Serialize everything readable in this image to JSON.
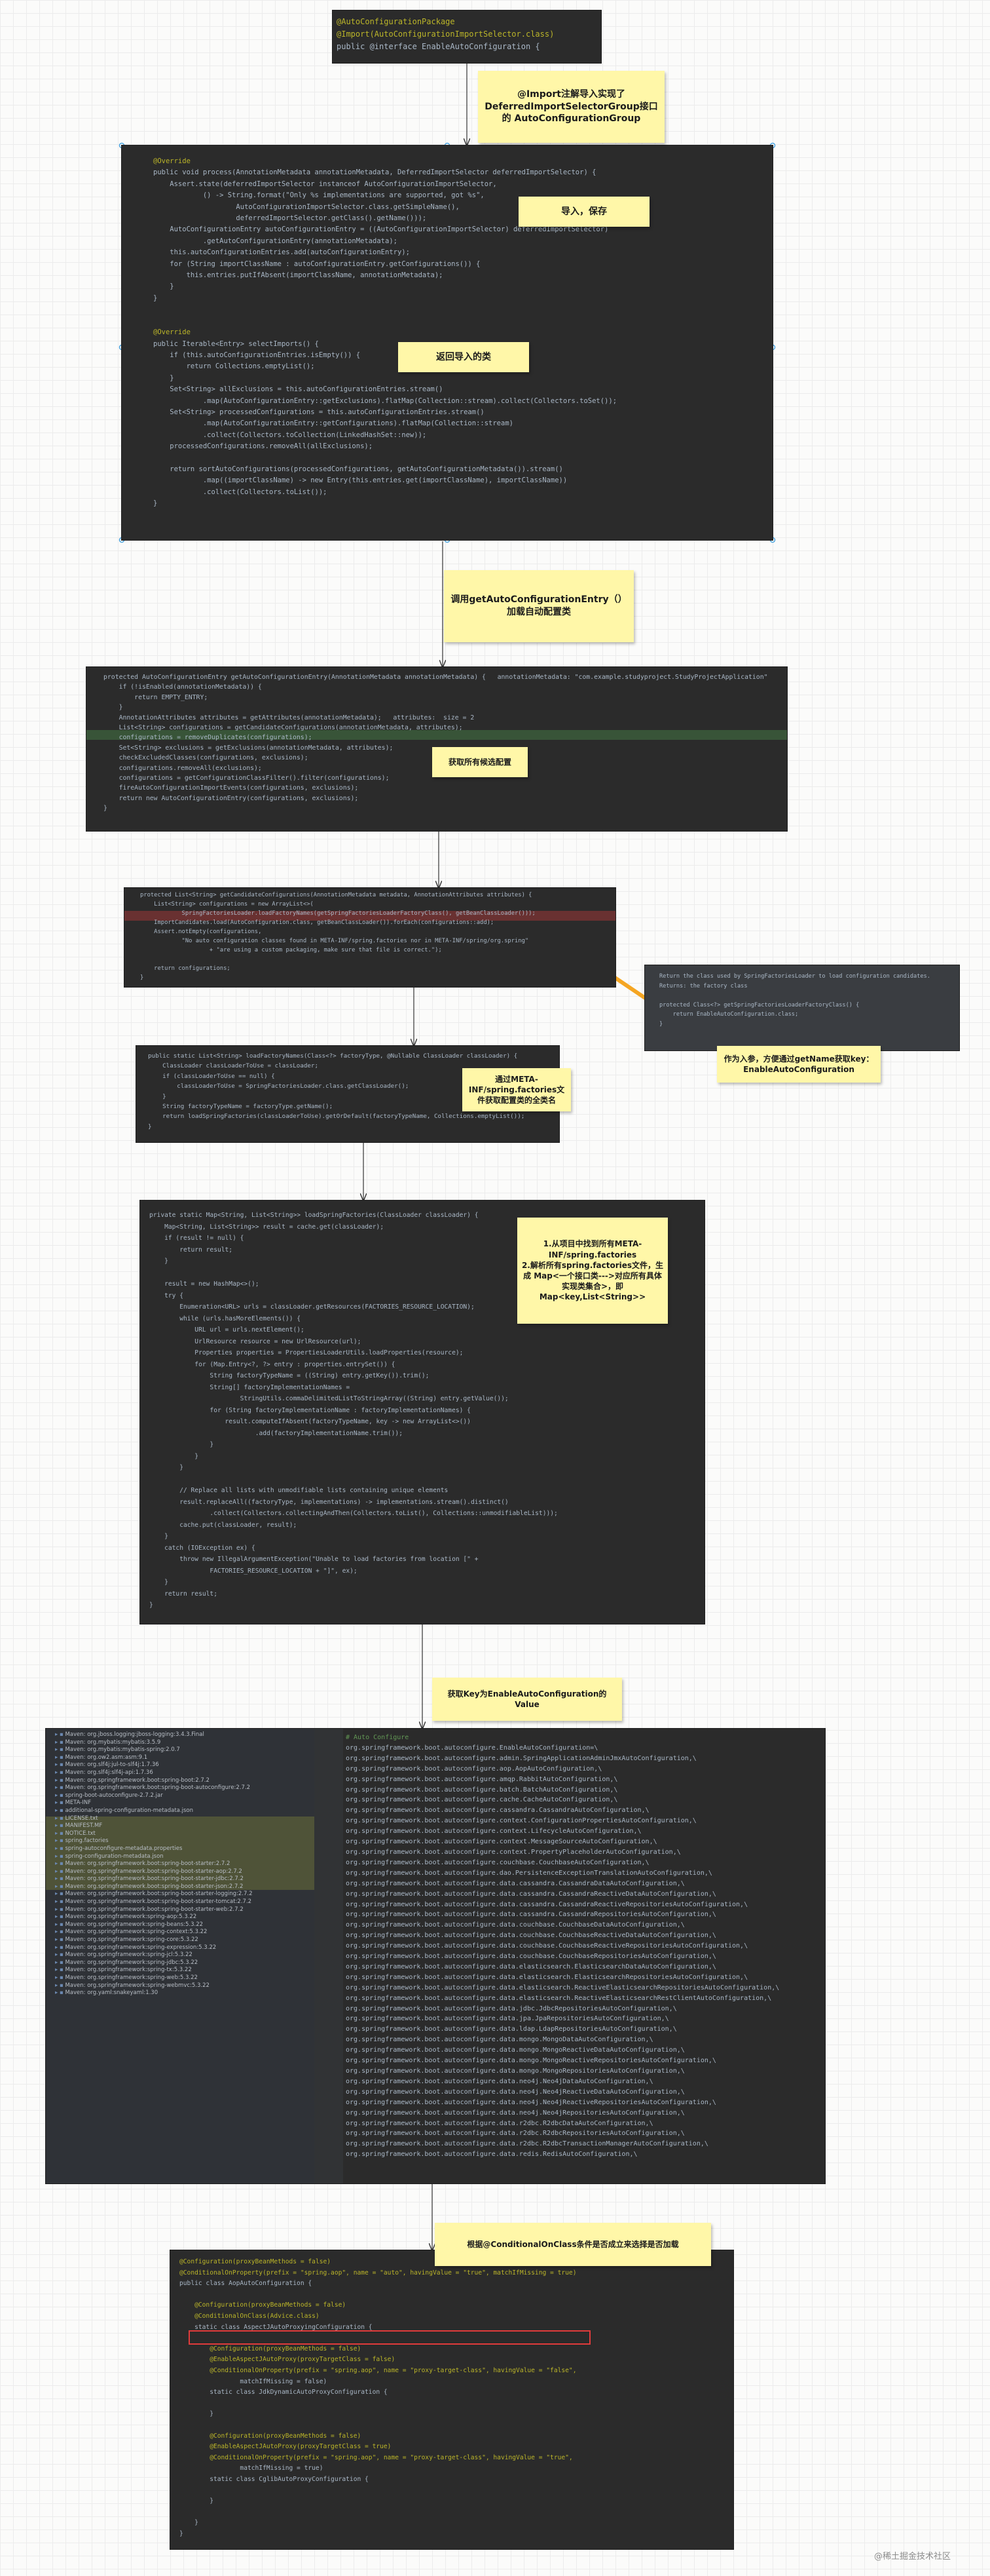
{
  "panels": {
    "p1": [
      "@AutoConfigurationPackage",
      "@Import(AutoConfigurationImportSelector.class)",
      "public @interface EnableAutoConfiguration {"
    ],
    "p2": [
      "@Override",
      "public void process(AnnotationMetadata annotationMetadata, DeferredImportSelector deferredImportSelector) {",
      "    Assert.state(deferredImportSelector instanceof AutoConfigurationImportSelector,",
      "            () -> String.format(\"Only %s implementations are supported, got %s\",",
      "                    AutoConfigurationImportSelector.class.getSimpleName(),",
      "                    deferredImportSelector.getClass().getName()));",
      "    AutoConfigurationEntry autoConfigurationEntry = ((AutoConfigurationImportSelector) deferredImportSelector)",
      "            .getAutoConfigurationEntry(annotationMetadata);",
      "    this.autoConfigurationEntries.add(autoConfigurationEntry);",
      "    for (String importClassName : autoConfigurationEntry.getConfigurations()) {",
      "        this.entries.putIfAbsent(importClassName, annotationMetadata);",
      "    }",
      "}",
      "",
      "",
      "@Override",
      "public Iterable<Entry> selectImports() {",
      "    if (this.autoConfigurationEntries.isEmpty()) {",
      "        return Collections.emptyList();",
      "    }",
      "    Set<String> allExclusions = this.autoConfigurationEntries.stream()",
      "            .map(AutoConfigurationEntry::getExclusions).flatMap(Collection::stream).collect(Collectors.toSet());",
      "    Set<String> processedConfigurations = this.autoConfigurationEntries.stream()",
      "            .map(AutoConfigurationEntry::getConfigurations).flatMap(Collection::stream)",
      "            .collect(Collectors.toCollection(LinkedHashSet::new));",
      "    processedConfigurations.removeAll(allExclusions);",
      "",
      "    return sortAutoConfigurations(processedConfigurations, getAutoConfigurationMetadata()).stream()",
      "            .map((importClassName) -> new Entry(this.entries.get(importClassName), importClassName))",
      "            .collect(Collectors.toList());",
      "}"
    ],
    "p3": [
      "protected AutoConfigurationEntry getAutoConfigurationEntry(AnnotationMetadata annotationMetadata) {   annotationMetadata: \"com.example.studyproject.StudyProjectApplication\"",
      "    if (!isEnabled(annotationMetadata)) {",
      "        return EMPTY_ENTRY;",
      "    }",
      "    AnnotationAttributes attributes = getAttributes(annotationMetadata);   attributes:  size = 2",
      "    List<String> configurations = getCandidateConfigurations(annotationMetadata, attributes);",
      "    configurations = removeDuplicates(configurations);",
      "    Set<String> exclusions = getExclusions(annotationMetadata, attributes);",
      "    checkExcludedClasses(configurations, exclusions);",
      "    configurations.removeAll(exclusions);",
      "    configurations = getConfigurationClassFilter().filter(configurations);",
      "    fireAutoConfigurationImportEvents(configurations, exclusions);",
      "    return new AutoConfigurationEntry(configurations, exclusions);",
      "}"
    ],
    "p4": [
      "protected List<String> getCandidateConfigurations(AnnotationMetadata metadata, AnnotationAttributes attributes) {",
      "    List<String> configurations = new ArrayList<>(",
      "            SpringFactoriesLoader.loadFactoryNames(getSpringFactoriesLoaderFactoryClass(), getBeanClassLoader()));",
      "    ImportCandidates.load(AutoConfiguration.class, getBeanClassLoader()).forEach(configurations::add);",
      "    Assert.notEmpty(configurations,",
      "            \"No auto configuration classes found in META-INF/spring.factories nor in META-INF/spring/org.spring\"",
      "                    + \"are using a custom packaging, make sure that file is correct.\");",
      "",
      "    return configurations;",
      "}"
    ],
    "p5": [
      "Return the class used by SpringFactoriesLoader to load configuration candidates.",
      "Returns: the factory class",
      "",
      "protected Class<?> getSpringFactoriesLoaderFactoryClass() {",
      "    return EnableAutoConfiguration.class;",
      "}"
    ],
    "p6": [
      "public static List<String> loadFactoryNames(Class<?> factoryType, @Nullable ClassLoader classLoader) {",
      "    ClassLoader classLoaderToUse = classLoader;",
      "    if (classLoaderToUse == null) {",
      "        classLoaderToUse = SpringFactoriesLoader.class.getClassLoader();",
      "    }",
      "    String factoryTypeName = factoryType.getName();",
      "    return loadSpringFactories(classLoaderToUse).getOrDefault(factoryTypeName, Collections.emptyList());",
      "}"
    ],
    "p7": [
      "private static Map<String, List<String>> loadSpringFactories(ClassLoader classLoader) {",
      "    Map<String, List<String>> result = cache.get(classLoader);",
      "    if (result != null) {",
      "        return result;",
      "    }",
      "",
      "    result = new HashMap<>();",
      "    try {",
      "        Enumeration<URL> urls = classLoader.getResources(FACTORIES_RESOURCE_LOCATION);",
      "        while (urls.hasMoreElements()) {",
      "            URL url = urls.nextElement();",
      "            UrlResource resource = new UrlResource(url);",
      "            Properties properties = PropertiesLoaderUtils.loadProperties(resource);",
      "            for (Map.Entry<?, ?> entry : properties.entrySet()) {",
      "                String factoryTypeName = ((String) entry.getKey()).trim();",
      "                String[] factoryImplementationNames =",
      "                        StringUtils.commaDelimitedListToStringArray((String) entry.getValue());",
      "                for (String factoryImplementationName : factoryImplementationNames) {",
      "                    result.computeIfAbsent(factoryTypeName, key -> new ArrayList<>())",
      "                            .add(factoryImplementationName.trim());",
      "                }",
      "            }",
      "        }",
      "",
      "        // Replace all lists with unmodifiable lists containing unique elements",
      "        result.replaceAll((factoryType, implementations) -> implementations.stream().distinct()",
      "                .collect(Collectors.collectingAndThen(Collectors.toList(), Collections::unmodifiableList)));",
      "        cache.put(classLoader, result);",
      "    }",
      "    catch (IOException ex) {",
      "        throw new IllegalArgumentException(\"Unable to load factories from location [\" +",
      "                FACTORIES_RESOURCE_LOCATION + \"]\", ex);",
      "    }",
      "    return result;",
      "}"
    ],
    "p8_tree": [
      "Maven: org.jboss.logging:jboss-logging:3.4.3.Final",
      "Maven: org.mybatis:mybatis:3.5.9",
      "Maven: org.mybatis:mybatis-spring:2.0.7",
      "Maven: org.ow2.asm:asm:9.1",
      "Maven: org.slf4j:jul-to-slf4j:1.7.36",
      "Maven: org.slf4j:slf4j-api:1.7.36",
      "Maven: org.springframework.boot:spring-boot:2.7.2",
      "Maven: org.springframework.boot:spring-boot-autoconfigure:2.7.2",
      "spring-boot-autoconfigure-2.7.2.jar",
      "META-INF",
      "additional-spring-configuration-metadata.json",
      "LICENSE.txt",
      "MANIFEST.MF",
      "NOTICE.txt",
      "spring.factories",
      "spring-autoconfigure-metadata.properties",
      "spring-configuration-metadata.json",
      "Maven: org.springframework.boot:spring-boot-starter:2.7.2",
      "Maven: org.springframework.boot:spring-boot-starter-aop:2.7.2",
      "Maven: org.springframework.boot:spring-boot-starter-jdbc:2.7.2",
      "Maven: org.springframework.boot:spring-boot-starter-json:2.7.2",
      "Maven: org.springframework.boot:spring-boot-starter-logging:2.7.2",
      "Maven: org.springframework.boot:spring-boot-starter-tomcat:2.7.2",
      "Maven: org.springframework.boot:spring-boot-starter-web:2.7.2",
      "Maven: org.springframework:spring-aop:5.3.22",
      "Maven: org.springframework:spring-beans:5.3.22",
      "Maven: org.springframework:spring-context:5.3.22",
      "Maven: org.springframework:spring-core:5.3.22",
      "Maven: org.springframework:spring-expression:5.3.22",
      "Maven: org.springframework:spring-jcl:5.3.22",
      "Maven: org.springframework:spring-jdbc:5.3.22",
      "Maven: org.springframework:spring-tx:5.3.22",
      "Maven: org.springframework:spring-web:5.3.22",
      "Maven: org.springframework:spring-webmvc:5.3.22",
      "Maven: org.yaml:snakeyaml:1.30"
    ],
    "p8_list": [
      "# Auto Configure",
      "org.springframework.boot.autoconfigure.EnableAutoConfiguration=\\",
      "org.springframework.boot.autoconfigure.admin.SpringApplicationAdminJmxAutoConfiguration,\\",
      "org.springframework.boot.autoconfigure.aop.AopAutoConfiguration,\\",
      "org.springframework.boot.autoconfigure.amqp.RabbitAutoConfiguration,\\",
      "org.springframework.boot.autoconfigure.batch.BatchAutoConfiguration,\\",
      "org.springframework.boot.autoconfigure.cache.CacheAutoConfiguration,\\",
      "org.springframework.boot.autoconfigure.cassandra.CassandraAutoConfiguration,\\",
      "org.springframework.boot.autoconfigure.context.ConfigurationPropertiesAutoConfiguration,\\",
      "org.springframework.boot.autoconfigure.context.LifecycleAutoConfiguration,\\",
      "org.springframework.boot.autoconfigure.context.MessageSourceAutoConfiguration,\\",
      "org.springframework.boot.autoconfigure.context.PropertyPlaceholderAutoConfiguration,\\",
      "org.springframework.boot.autoconfigure.couchbase.CouchbaseAutoConfiguration,\\",
      "org.springframework.boot.autoconfigure.dao.PersistenceExceptionTranslationAutoConfiguration,\\",
      "org.springframework.boot.autoconfigure.data.cassandra.CassandraDataAutoConfiguration,\\",
      "org.springframework.boot.autoconfigure.data.cassandra.CassandraReactiveDataAutoConfiguration,\\",
      "org.springframework.boot.autoconfigure.data.cassandra.CassandraReactiveRepositoriesAutoConfiguration,\\",
      "org.springframework.boot.autoconfigure.data.cassandra.CassandraRepositoriesAutoConfiguration,\\",
      "org.springframework.boot.autoconfigure.data.couchbase.CouchbaseDataAutoConfiguration,\\",
      "org.springframework.boot.autoconfigure.data.couchbase.CouchbaseReactiveDataAutoConfiguration,\\",
      "org.springframework.boot.autoconfigure.data.couchbase.CouchbaseReactiveRepositoriesAutoConfiguration,\\",
      "org.springframework.boot.autoconfigure.data.couchbase.CouchbaseRepositoriesAutoConfiguration,\\",
      "org.springframework.boot.autoconfigure.data.elasticsearch.ElasticsearchDataAutoConfiguration,\\",
      "org.springframework.boot.autoconfigure.data.elasticsearch.ElasticsearchRepositoriesAutoConfiguration,\\",
      "org.springframework.boot.autoconfigure.data.elasticsearch.ReactiveElasticsearchRepositoriesAutoConfiguration,\\",
      "org.springframework.boot.autoconfigure.data.elasticsearch.ReactiveElasticsearchRestClientAutoConfiguration,\\",
      "org.springframework.boot.autoconfigure.data.jdbc.JdbcRepositoriesAutoConfiguration,\\",
      "org.springframework.boot.autoconfigure.data.jpa.JpaRepositoriesAutoConfiguration,\\",
      "org.springframework.boot.autoconfigure.data.ldap.LdapRepositoriesAutoConfiguration,\\",
      "org.springframework.boot.autoconfigure.data.mongo.MongoDataAutoConfiguration,\\",
      "org.springframework.boot.autoconfigure.data.mongo.MongoReactiveDataAutoConfiguration,\\",
      "org.springframework.boot.autoconfigure.data.mongo.MongoReactiveRepositoriesAutoConfiguration,\\",
      "org.springframework.boot.autoconfigure.data.mongo.MongoRepositoriesAutoConfiguration,\\",
      "org.springframework.boot.autoconfigure.data.neo4j.Neo4jDataAutoConfiguration,\\",
      "org.springframework.boot.autoconfigure.data.neo4j.Neo4jReactiveDataAutoConfiguration,\\",
      "org.springframework.boot.autoconfigure.data.neo4j.Neo4jReactiveRepositoriesAutoConfiguration,\\",
      "org.springframework.boot.autoconfigure.data.neo4j.Neo4jRepositoriesAutoConfiguration,\\",
      "org.springframework.boot.autoconfigure.data.r2dbc.R2dbcDataAutoConfiguration,\\",
      "org.springframework.boot.autoconfigure.data.r2dbc.R2dbcRepositoriesAutoConfiguration,\\",
      "org.springframework.boot.autoconfigure.data.r2dbc.R2dbcTransactionManagerAutoConfiguration,\\",
      "org.springframework.boot.autoconfigure.data.redis.RedisAutoConfiguration,\\"
    ],
    "p9": [
      "@Configuration(proxyBeanMethods = false)",
      "@ConditionalOnProperty(prefix = \"spring.aop\", name = \"auto\", havingValue = \"true\", matchIfMissing = true)",
      "public class AopAutoConfiguration {",
      "",
      "    @Configuration(proxyBeanMethods = false)",
      "    @ConditionalOnClass(Advice.class)",
      "    static class AspectJAutoProxyingConfiguration {",
      "",
      "        @Configuration(proxyBeanMethods = false)",
      "        @EnableAspectJAutoProxy(proxyTargetClass = false)",
      "        @ConditionalOnProperty(prefix = \"spring.aop\", name = \"proxy-target-class\", havingValue = \"false\",",
      "                matchIfMissing = false)",
      "        static class JdkDynamicAutoProxyConfiguration {",
      "",
      "        }",
      "",
      "        @Configuration(proxyBeanMethods = false)",
      "        @EnableAspectJAutoProxy(proxyTargetClass = true)",
      "        @ConditionalOnProperty(prefix = \"spring.aop\", name = \"proxy-target-class\", havingValue = \"true\",",
      "                matchIfMissing = true)",
      "        static class CglibAutoProxyConfiguration {",
      "",
      "        }",
      "",
      "    }",
      "}"
    ]
  },
  "notes": {
    "n1": "@Import注解导入实现了DeferredImportSelectorGroup接口的 AutoConfigurationGroup",
    "n2": "导入，保存",
    "n3": "返回导入的类",
    "n4": "调用getAutoConfigurationEntry（）加载自动配置类",
    "n5": "获取所有候选配置",
    "n6": "作为入参，方便通过getName获取key：EnableAutoConfiguration",
    "n7": "通过META-INF/spring.factories文件获取配置类的全类名",
    "n8": "1.从项目中找到所有META-INF/spring.factories\n2.解析所有spring.factories文件，生成 Map<一个接口类--->对应所有具体实现类集合>，即Map<key,List<String>>",
    "n9": "获取Key为EnableAutoConfiguration的Value",
    "n10": "根据@ConditionalOnClass条件是否成立来选择是否加载"
  },
  "colors": {
    "note_bg": "#fff7a8",
    "arrow": "#f5a623",
    "panel_bg": "#2b2b2b",
    "connector": "#333333"
  },
  "watermark": "@稀土掘金技术社区"
}
